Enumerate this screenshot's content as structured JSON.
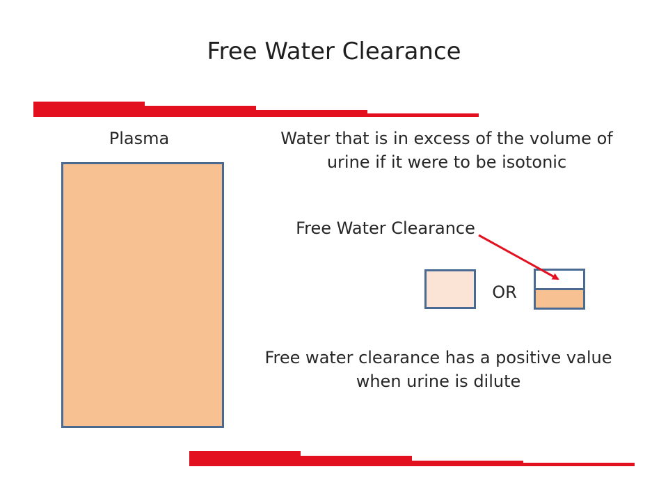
{
  "slide": {
    "title": "Free Water Clearance",
    "plasma_label": "Plasma",
    "definition_text": "Water that is in excess of the volume of urine if it were to be isotonic",
    "free_water_clearance_label": "Free Water Clearance",
    "or_label": "OR",
    "positive_note": "Free water clearance has a positive value when urine is dilute"
  },
  "colors": {
    "accent_red": "#e3101f",
    "plasma_fill": "#f7c191",
    "isotonic_urine_fill": "#fbe4d6",
    "box_border": "#4a6a92",
    "arrow": "#e3101f"
  },
  "icons": {
    "arrow": "arrow-icon"
  }
}
